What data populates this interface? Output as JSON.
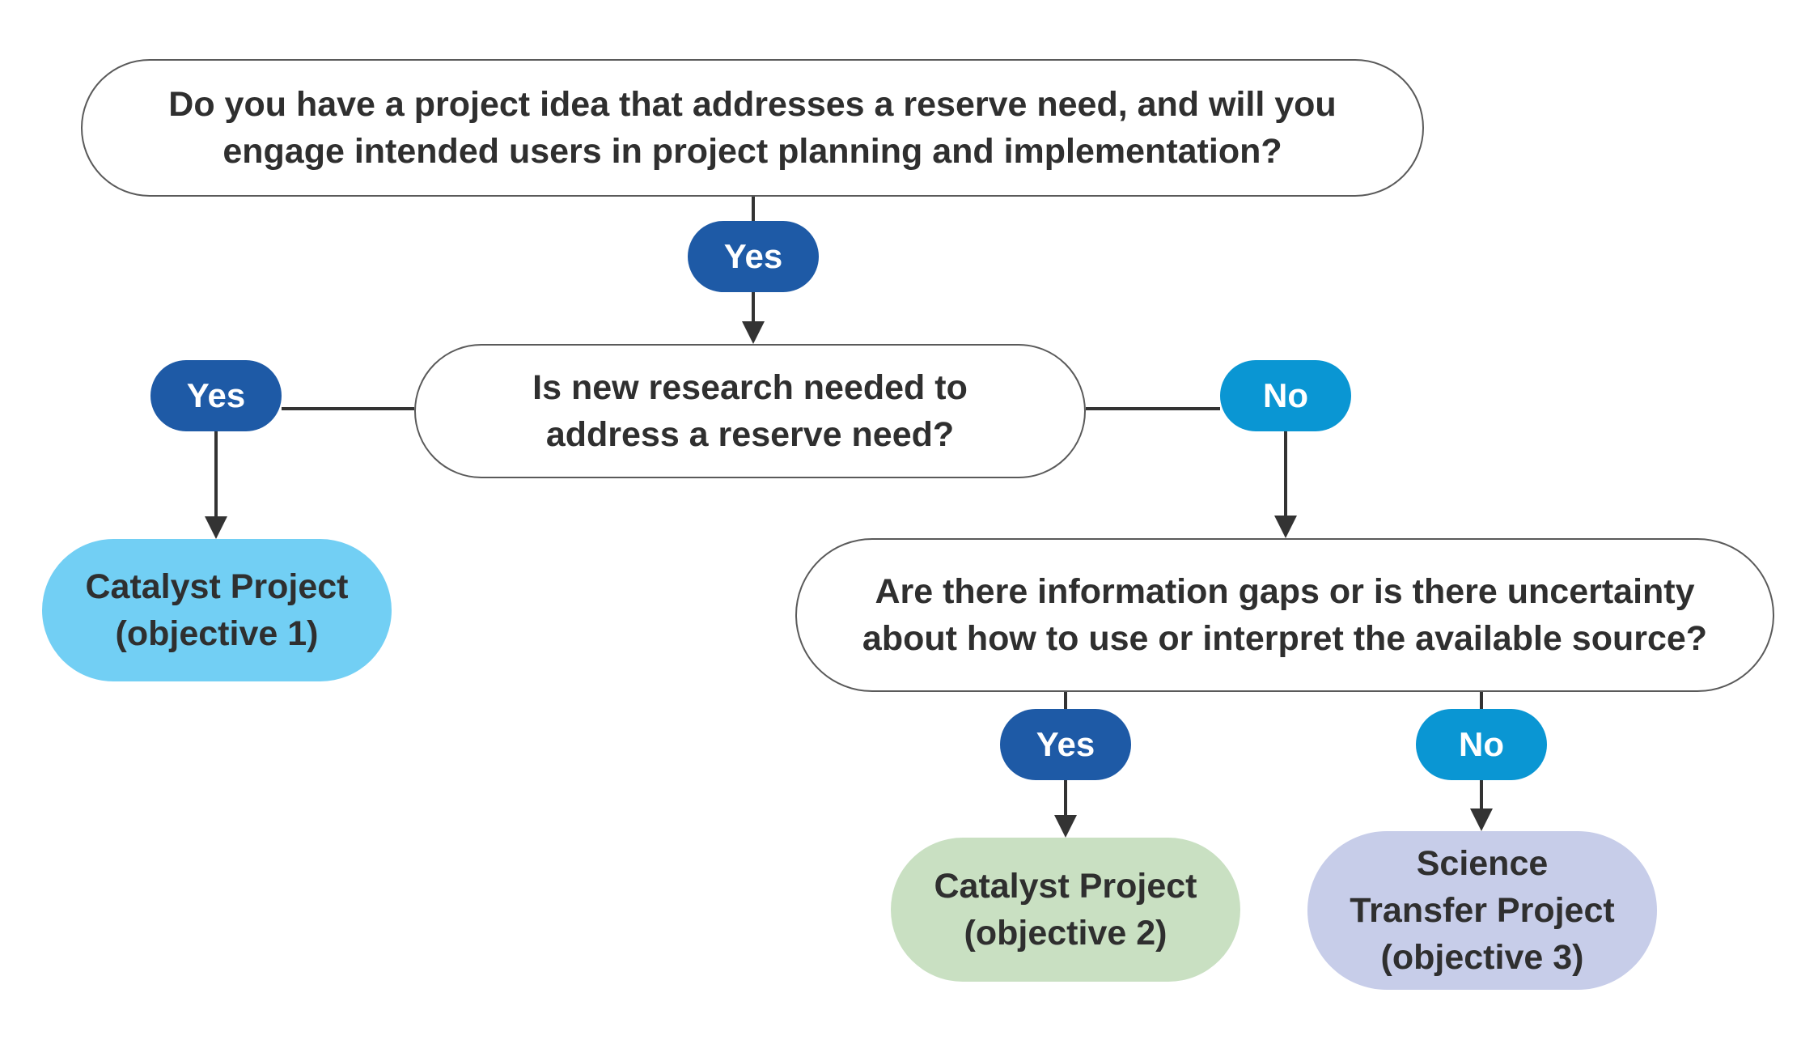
{
  "questions": {
    "q1": "Do you have a project idea that addresses a reserve need, and will you engage intended users in project planning and implementation?",
    "q2": "Is new research needed to address a reserve need?",
    "q3": "Are there information gaps or is there uncertainty about how to use or interpret the available source?"
  },
  "answers": {
    "yes": "Yes",
    "no": "No"
  },
  "results": {
    "r1": "Catalyst Project (objective 1)",
    "r2": "Catalyst Project (objective 2)",
    "r3": "Science Transfer Project (objective 3)"
  },
  "colors": {
    "yes_pill": "#1e5aa6",
    "no_pill": "#0a96d3",
    "result_1": "#72cff4",
    "result_2": "#c9e0c2",
    "result_3": "#c7cde9",
    "connector": "#333333"
  }
}
